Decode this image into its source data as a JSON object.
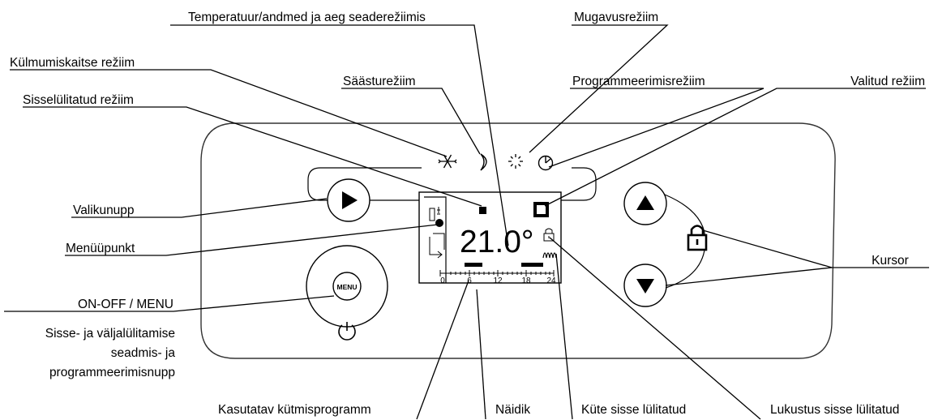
{
  "labels": {
    "temp_data_time": "Temperatuur/andmed ja aeg seaderežiimis",
    "comfort_mode": "Mugavusrežiim",
    "frost_mode": "Külmumiskaitse režiim",
    "eco_mode": "Säästurežiim",
    "program_mode": "Programmeerimisrežiim",
    "on_mode": "Sisselülitatud režiim",
    "selected_mode": "Valitud režiim",
    "select_button": "Valikunupp",
    "menu_item": "Menüüpunkt",
    "cursor": "Kursor",
    "on_off_menu": "ON-OFF / MENU",
    "power_desc": [
      "Sisse- ja väljalülitamise",
      "seadmis- ja",
      "programmeerimisnupp"
    ],
    "heating_program": "Kasutatav kütmisprogramm",
    "display": "Näidik",
    "heating_on": "Küte sisse lülitatud",
    "lock_on": "Lukustus sisse lülitatud"
  },
  "lcd": {
    "temperature": "21.0°",
    "scale": [
      "0",
      "6",
      "12",
      "18",
      "24"
    ]
  },
  "menu_button_text": "MENU",
  "icons": [
    "snowflake-icon",
    "moon-icon",
    "sun-icon",
    "clock-icon",
    "play-icon",
    "up-arrow-icon",
    "down-arrow-icon",
    "padlock-icon",
    "power-icon",
    "thermometer-icon",
    "cycle-icon",
    "heating-coil-icon"
  ]
}
